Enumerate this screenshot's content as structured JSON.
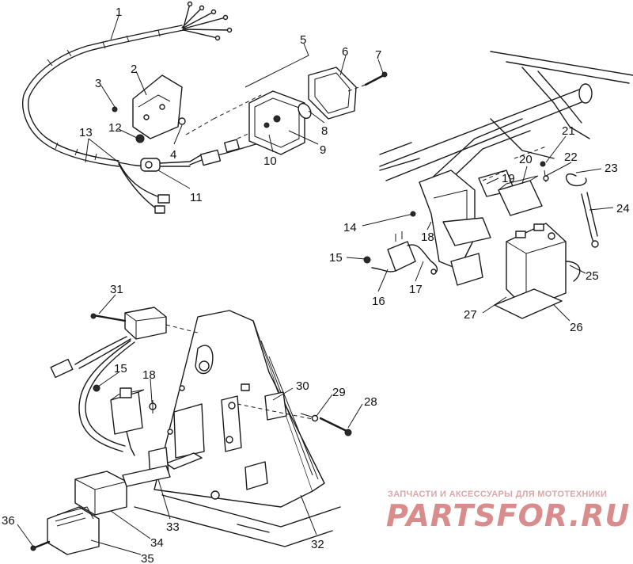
{
  "diagram": {
    "callouts": [
      "1",
      "2",
      "3",
      "4",
      "5",
      "6",
      "7",
      "8",
      "9",
      "10",
      "11",
      "12",
      "13",
      "14",
      "15",
      "16",
      "17",
      "18",
      "19",
      "20",
      "21",
      "22",
      "23",
      "24",
      "25",
      "26",
      "27",
      "28",
      "29",
      "30",
      "31",
      "15",
      "18",
      "32",
      "33",
      "34",
      "35",
      "36"
    ]
  },
  "watermark": {
    "tagline": "ЗАПЧАСТИ И АКСЕССУАРЫ ДЛЯ МОТОТЕХНИКИ",
    "brand": "PARTSFOR.RU"
  }
}
